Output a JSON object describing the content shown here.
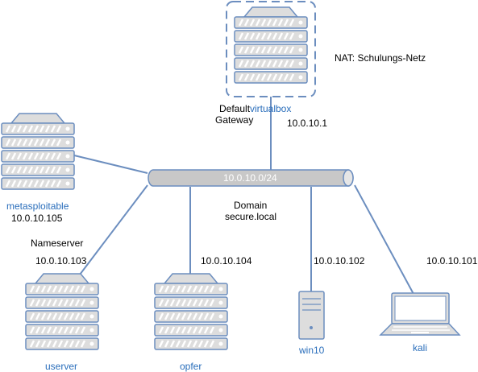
{
  "nat_label": "NAT: Schulungs-Netz",
  "gateway": {
    "label_line1": "Default",
    "label_name": "virtualbox",
    "label_line2": "Gateway",
    "ip": "10.0.10.1"
  },
  "network": {
    "subnet": "10.0.10.0/24",
    "domain_label": "Domain",
    "domain_name": "secure.local"
  },
  "hosts": {
    "metasploitable": {
      "name": "metasploitable",
      "ip": "10.0.10.105"
    },
    "userver": {
      "role": "Nameserver",
      "name": "userver",
      "ip": "10.0.10.103"
    },
    "opfer": {
      "name": "opfer",
      "ip": "10.0.10.104"
    },
    "win10": {
      "name": "win10",
      "ip": "10.0.10.102"
    },
    "kali": {
      "name": "kali",
      "ip": "10.0.10.101"
    }
  },
  "colors": {
    "link": "#6c8ebf",
    "server_fill": "#dddddd",
    "server_stroke": "#6c8ebf",
    "label_blue": "#2a6ebb"
  },
  "icons": {
    "server": "server-rack-icon",
    "pc": "desktop-pc-icon",
    "laptop": "laptop-icon"
  }
}
